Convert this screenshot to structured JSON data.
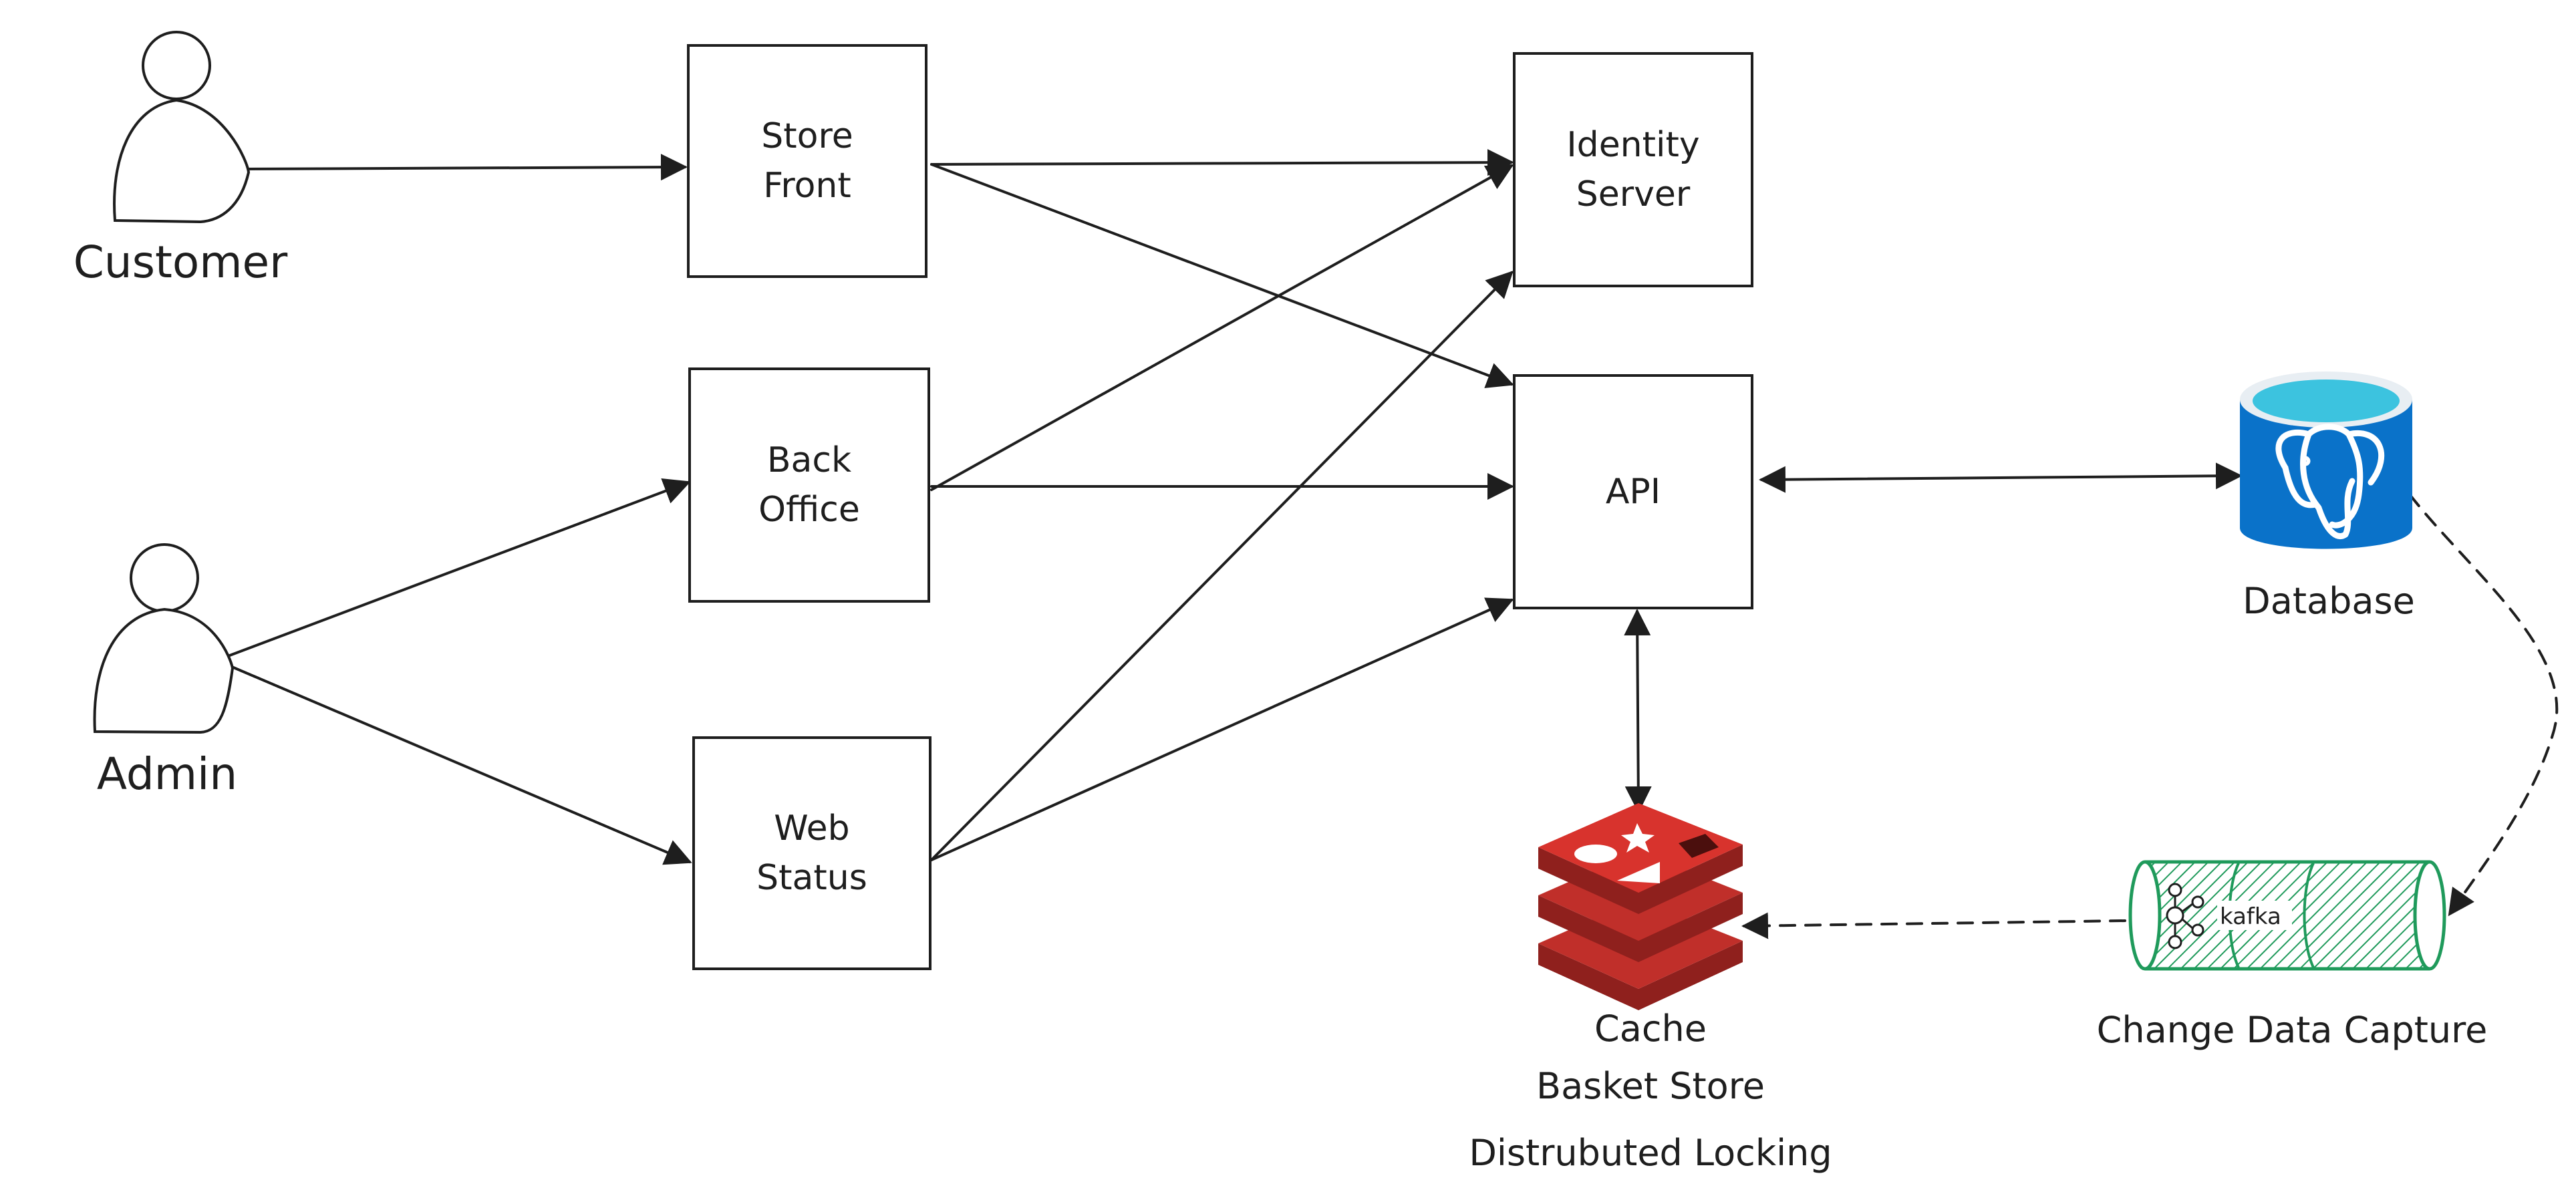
{
  "actors": {
    "customer": "Customer",
    "admin": "Admin"
  },
  "nodes": {
    "store_front": "Store\nFront",
    "back_office": "Back\nOffice",
    "web_status": "Web\nStatus",
    "identity_server": "Identity\nServer",
    "api": "API"
  },
  "stores": {
    "database": "Database",
    "cache_lines": [
      "Cache",
      "Basket Store",
      "Distrubuted Locking"
    ],
    "cdc": "Change Data Capture",
    "kafka_logo": "kafka"
  },
  "icons": {
    "actor": "person-icon",
    "database": "postgresql-icon",
    "cache": "redis-icon",
    "cdc": "kafka-icon"
  },
  "colors": {
    "stroke": "#1e1e1e",
    "postgres_blue": "#0a72c9",
    "postgres_cap": "#3cc3df",
    "redis_red": "#c02f2a",
    "redis_dark": "#8f201d",
    "kafka_green": "#1f9a5b"
  }
}
